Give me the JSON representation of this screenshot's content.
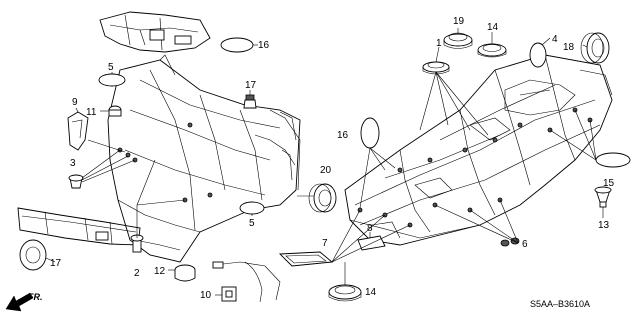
{
  "diagram_code": "S5AA–B3610A",
  "direction_label": "FR.",
  "callouts": {
    "c1": "1",
    "c2": "2",
    "c3": "3",
    "c4": "4",
    "c5a": "5",
    "c5b": "5",
    "c6": "6",
    "c7": "7",
    "c8": "8",
    "c9": "9",
    "c10": "10",
    "c11": "11",
    "c12": "12",
    "c13": "13",
    "c14a": "14",
    "c14b": "14",
    "c15": "15",
    "c16a": "16",
    "c16b": "16",
    "c17a": "17",
    "c17b": "17",
    "c18": "18",
    "c19": "19",
    "c20": "20"
  }
}
